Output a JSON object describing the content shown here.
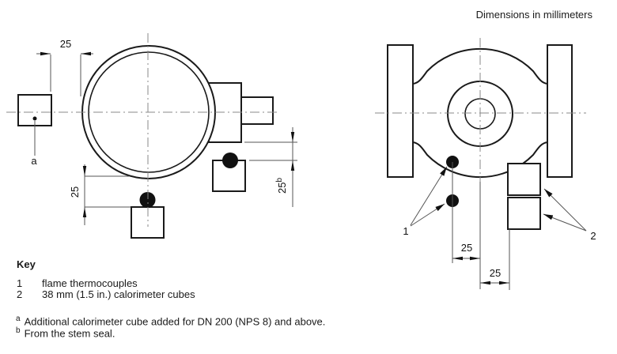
{
  "note": "Dimensions in millimeters",
  "left_view": {
    "dim_cube_gap": "25",
    "dim_bottom_offset": "25",
    "dim_stem_offset": "25",
    "dim_stem_offset_sup": "b",
    "cube_label": "a"
  },
  "right_view": {
    "dim_tc_offset": "25",
    "dim_cube_offset": "25",
    "callout_thermocouples": "1",
    "callout_cubes": "2"
  },
  "key": {
    "title": "Key",
    "items": [
      {
        "ref": "1",
        "label": "flame thermocouples"
      },
      {
        "ref": "2",
        "label": "38 mm (1.5 in.) calorimeter cubes"
      }
    ]
  },
  "footnotes": [
    {
      "marker": "a",
      "text": "Additional calorimeter cube added for DN 200 (NPS 8) and above."
    },
    {
      "marker": "b",
      "text": "From the stem seal."
    }
  ]
}
